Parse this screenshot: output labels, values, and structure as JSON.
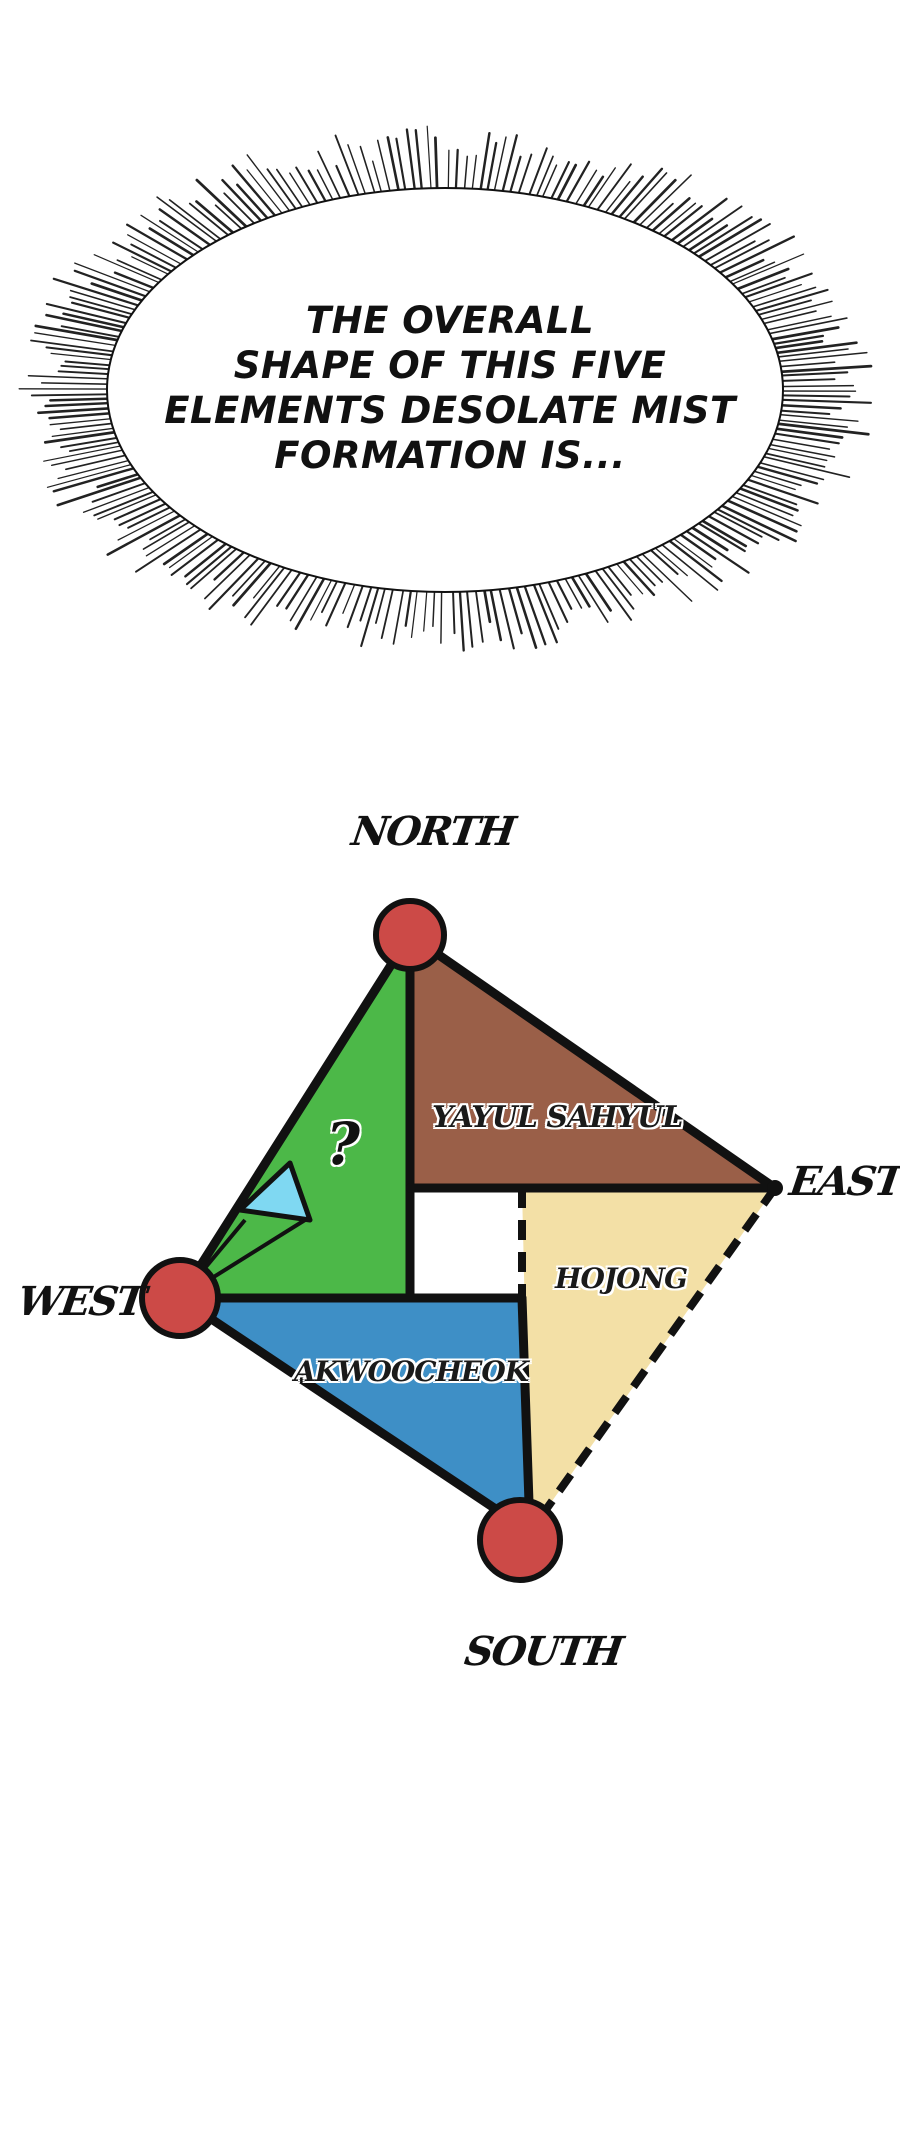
{
  "speech_bubble": {
    "lines": [
      "THE OVERALL",
      "SHAPE OF THIS FIVE",
      "ELEMENTS DESOLATE MIST",
      "FORMATION IS..."
    ]
  },
  "diagram": {
    "directions": {
      "north": "NORTH",
      "east": "EAST",
      "south": "SOUTH",
      "west": "WEST"
    },
    "regions": {
      "north_east": "YAYUL SAHYUL",
      "south_east": "HOJONG",
      "south_west": "AKWOOCHEOK",
      "north_west": "?"
    },
    "colors": {
      "north_west_region": "#4cb848",
      "north_east_region": "#9a5f48",
      "south_east_region": "#f3e0a6",
      "south_west_region": "#3e8fc6",
      "nodes": "#cc4a47",
      "small_triangle": "#7fd8f2",
      "outline": "#111111"
    }
  }
}
